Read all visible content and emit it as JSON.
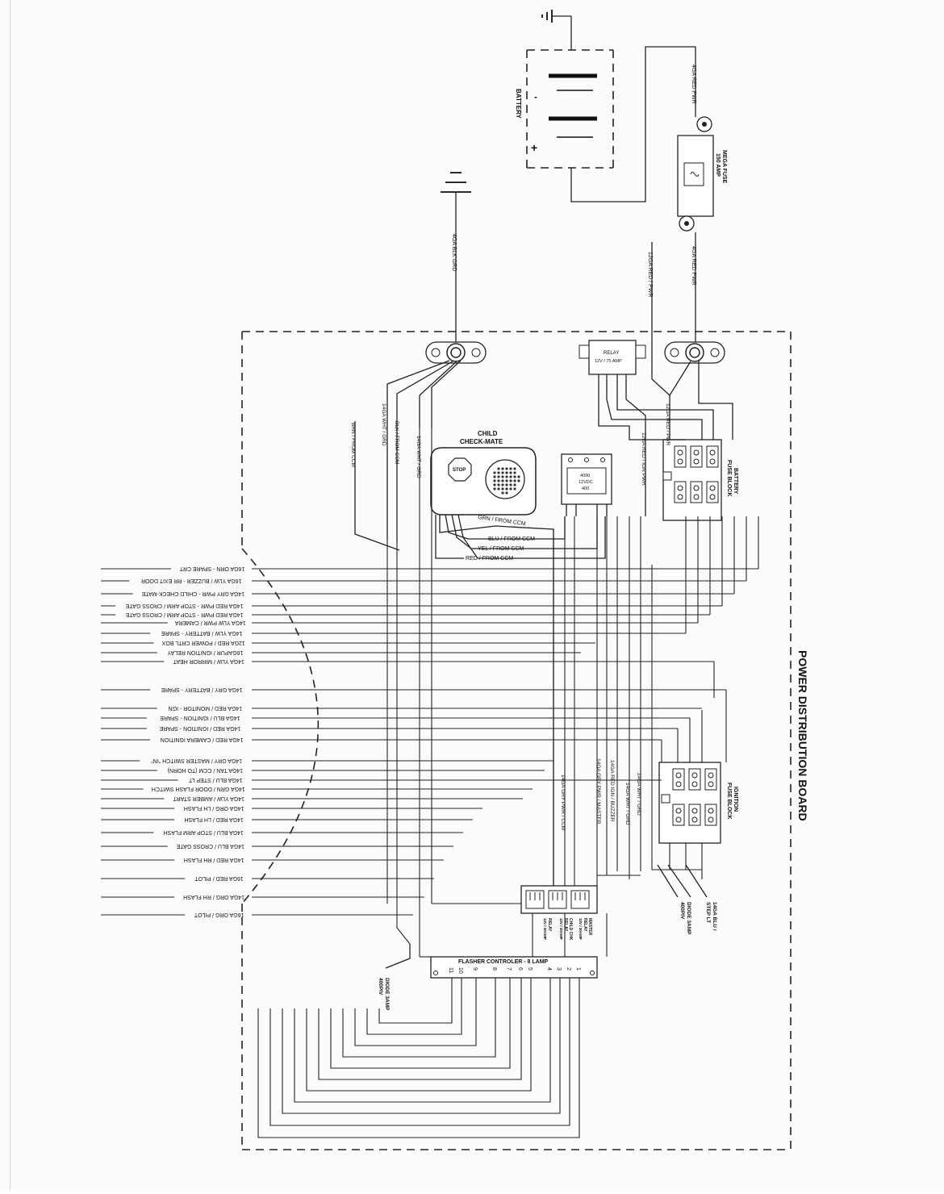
{
  "board_title": "POWER DISTRIBUTION BOARD",
  "battery": {
    "label": "BATTERY",
    "pos_sign": "+",
    "neg_sign": "-"
  },
  "mega_fuse": {
    "label": "MEGA FUSE",
    "rating": "150 AMP"
  },
  "relay_main": {
    "label": "RELAY",
    "rating": "12V / 75 AMP"
  },
  "child_check_mate": {
    "title": "CHILD",
    "subtitle": "CHECK-MATE",
    "stop": "STOP"
  },
  "relay_4090": {
    "line1": "4090",
    "line2": "12VDC",
    "line3": "400"
  },
  "battery_fuse_block": {
    "line1": "BATTERY",
    "line2": "FUSE BLOCK"
  },
  "ignition_fuse_block": {
    "line1": "IGNITION",
    "line2": "FUSE BLOCK"
  },
  "flasher": {
    "label": "FLASHER CONTROLER - 8 LAMP",
    "pins": [
      "1",
      "2",
      "3",
      "4",
      "5",
      "6",
      "7",
      "8",
      "9",
      "10",
      "11"
    ]
  },
  "small_relays": [
    {
      "l1": "MASTER",
      "l2": "RELAY",
      "l3": "12V / 30AMP"
    },
    {
      "l1": "CHILD CHK",
      "l2": "RELAY",
      "l3": "12V / 30AMP"
    },
    {
      "l1": "RELAY",
      "l2": "12V / 30AMP",
      "l3": ""
    }
  ],
  "diodes": [
    {
      "l1": "DIODE 3AMP",
      "l2": "400PIV"
    },
    {
      "l1": "DIODE 3AMP",
      "l2": "400PIV"
    }
  ],
  "step_lt_label": {
    "l1": "14GA BLU /",
    "l2": "STEP LT"
  },
  "wire_labels": {
    "red_pwr_top": "4GA RED PWR",
    "red_pwr_mid": "4GA RED PWR",
    "blk_grd": "4GA BLK GRD",
    "red_pwr_12": "12GA RED / PWR",
    "red_pwr_12b": "12GA RED / PWR",
    "red_ign_pwr": "12GA RED / IGN PWR",
    "wht_grd_a": "14GA WHT / GRD",
    "wht_grd_b": "14GA WHT / GRD",
    "brn_ccm": "BRN / FROM CCM",
    "blk_ccm": "BLK / FROM CCM",
    "grn_ccm": "GRN / FROM CCM",
    "blu_ccm": "BLU / FROM CCM",
    "yel_ccm": "YEL / FROM CCM",
    "red_ccm": "RED / FROM CCM",
    "gry_pwr_ccm": "14GA GRY PWR / CCM",
    "gry_pwr_master": "14GA GRY PWR / MASTER",
    "red_ign_buzzer": "14GA RED IGN / BUZZER",
    "wht_grd_c": "14GA WHT / GRD",
    "wht_grd_d": "14GA WHT / GRD"
  },
  "outputs": [
    "16GA ORN - SPARE CRT",
    "16GA YLW / BUZZER - RR EXIT DOOR",
    "14GA GRY PWR - CHILD CHECK-MATE",
    "14GA RED PWR - STOP ARM / CROSS GATE",
    "14GA RED PWR - STOP ARM / CROSS GATE",
    "14GA YLW PWR / CAMERA",
    "14GA YLW / BATTERY - SPARE",
    "12GA RED / POWER CRTL BOX",
    "16GAPUR / IGNITION RELAY",
    "14GA YLW / MIRROR HEAT",
    "14GA GRY / BATTERY - SPARE",
    "14GA RED / MONITOR - IGN",
    "14GA BLU / IGNITION - SPARE",
    "14GA RED / IGNITION - SPARE",
    "14GA RED / CAMERA IGNITION",
    "14GA GRY / MASTER SWITCH \"IN\"",
    "14GA TAN / CCM (TO HORN)",
    "14GA BLU / STEP LT",
    "14GA GRN / DOOR FLASH SWITCH",
    "14GA YLW / AMBER START",
    "14GA ORG / LH FLASH",
    "14GA RED / LH FLASH",
    "14GA BLU / STOP ARM FLASH",
    "14GA BLU / CROSS GATE",
    "14GA RED / RH FLASH",
    "16GA RED / PILOT",
    "14GA ORG / RH FLASH",
    "16GA ORG / PILOT"
  ]
}
